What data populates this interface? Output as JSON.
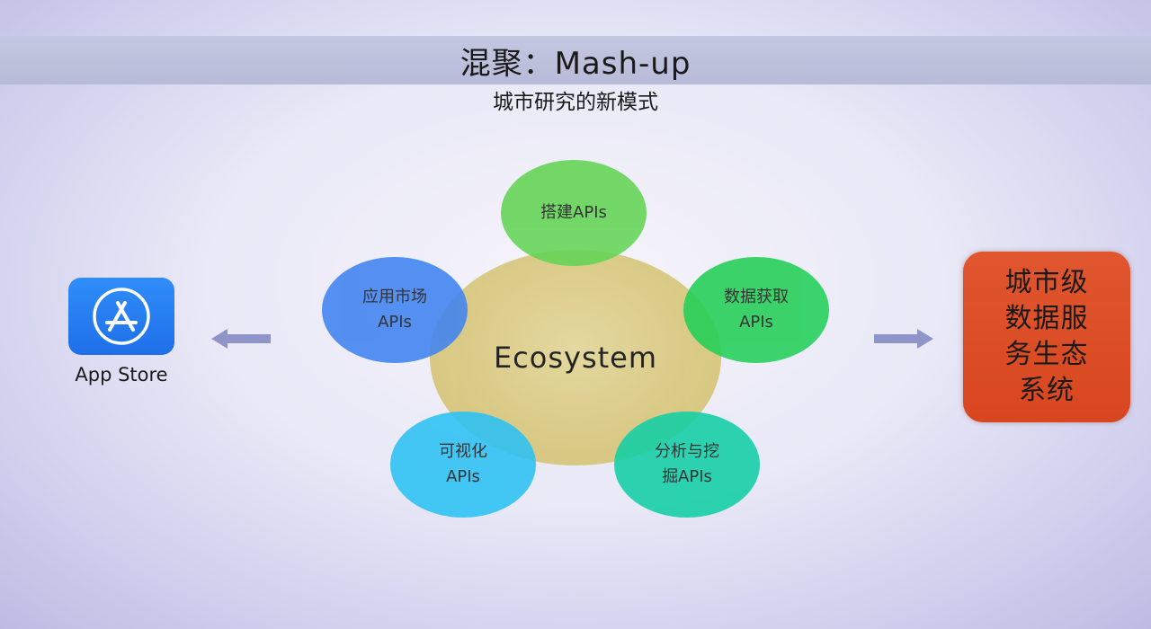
{
  "header": {
    "title": "混聚：Mash-up",
    "subtitle": "城市研究的新模式"
  },
  "diagram": {
    "center_label": "Ecosystem",
    "nodes": [
      {
        "label": "搭建APIs"
      },
      {
        "label": "应用市场\nAPIs"
      },
      {
        "label": "数据获取\nAPIs"
      },
      {
        "label": "可视化\nAPIs"
      },
      {
        "label": "分析与挖\n掘APIs"
      }
    ]
  },
  "left_panel": {
    "icon": "app-store-icon",
    "label": "App Store"
  },
  "right_panel": {
    "label": "城市级\n数据服\n务生态\n系统"
  },
  "colors": {
    "center": "#d8c880",
    "node_top": "#62d455",
    "node_left": "#3f83f0",
    "node_right": "#22cf56",
    "node_bottom_left": "#2cc2f4",
    "node_bottom_right": "#12cfa6",
    "right_box": "#d8461f",
    "app_store_icon": "#2f8dfa",
    "arrow": "#8f95c9"
  }
}
